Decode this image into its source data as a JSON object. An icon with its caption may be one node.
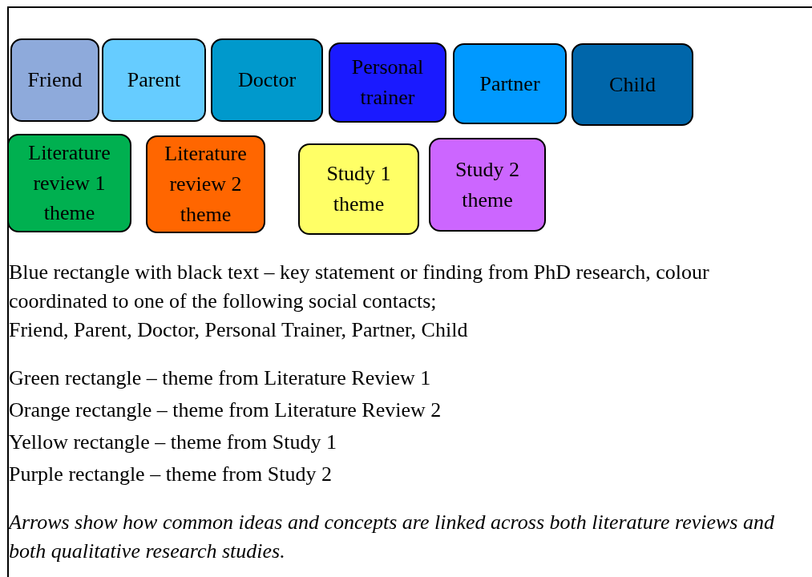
{
  "diagram": {
    "nodes": [
      {
        "text": [
          "Friend"
        ]
      },
      {
        "text": [
          "Parent"
        ]
      },
      {
        "text": [
          "Doctor"
        ]
      },
      {
        "text": [
          "Personal trainer"
        ]
      },
      {
        "text": [
          "Partner"
        ]
      },
      {
        "text": [
          "Child"
        ]
      },
      {
        "text": [
          "Literature review 1 theme"
        ]
      },
      {
        "text": [
          "Literature review 2 theme"
        ]
      },
      {
        "text": [
          "Study 1 theme"
        ]
      },
      {
        "text": [
          "Study 2 theme"
        ]
      }
    ],
    "edges": [],
    "labels": [
      "Blue rectangle with black text – key statement or finding from PhD research, colour coordinated to one of the following social contacts;",
      "Friend, Parent, Doctor, Personal Trainer, Partner, Child",
      "Green rectangle – theme from Literature Review 1",
      "Orange rectangle – theme from Literature Review 2",
      "Yellow rectangle – theme from Study 1",
      "Purple rectangle – theme from Study 2",
      "Arrows show how common ideas and concepts are linked across both literature reviews and both qualitative research studies."
    ]
  }
}
